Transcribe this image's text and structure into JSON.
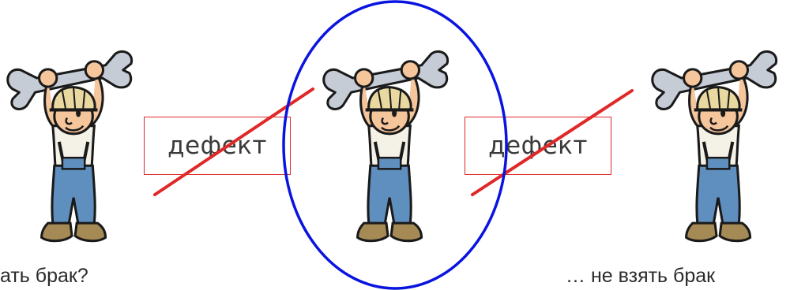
{
  "boxes": [
    {
      "label": "дефект"
    },
    {
      "label": "дефект"
    }
  ],
  "captions": {
    "left": "ать брак?",
    "right": "… не взять брак"
  },
  "colors": {
    "defect_border": "#e02828",
    "strike_line": "#e02828",
    "highlight_ellipse": "#0a14e0",
    "overalls": "#5f8fbf",
    "helmet": "#e9d9a0",
    "wrench": "#c6ccd6",
    "boots": "#a58a56"
  },
  "icons": [
    "worker-with-wrench-icon"
  ]
}
